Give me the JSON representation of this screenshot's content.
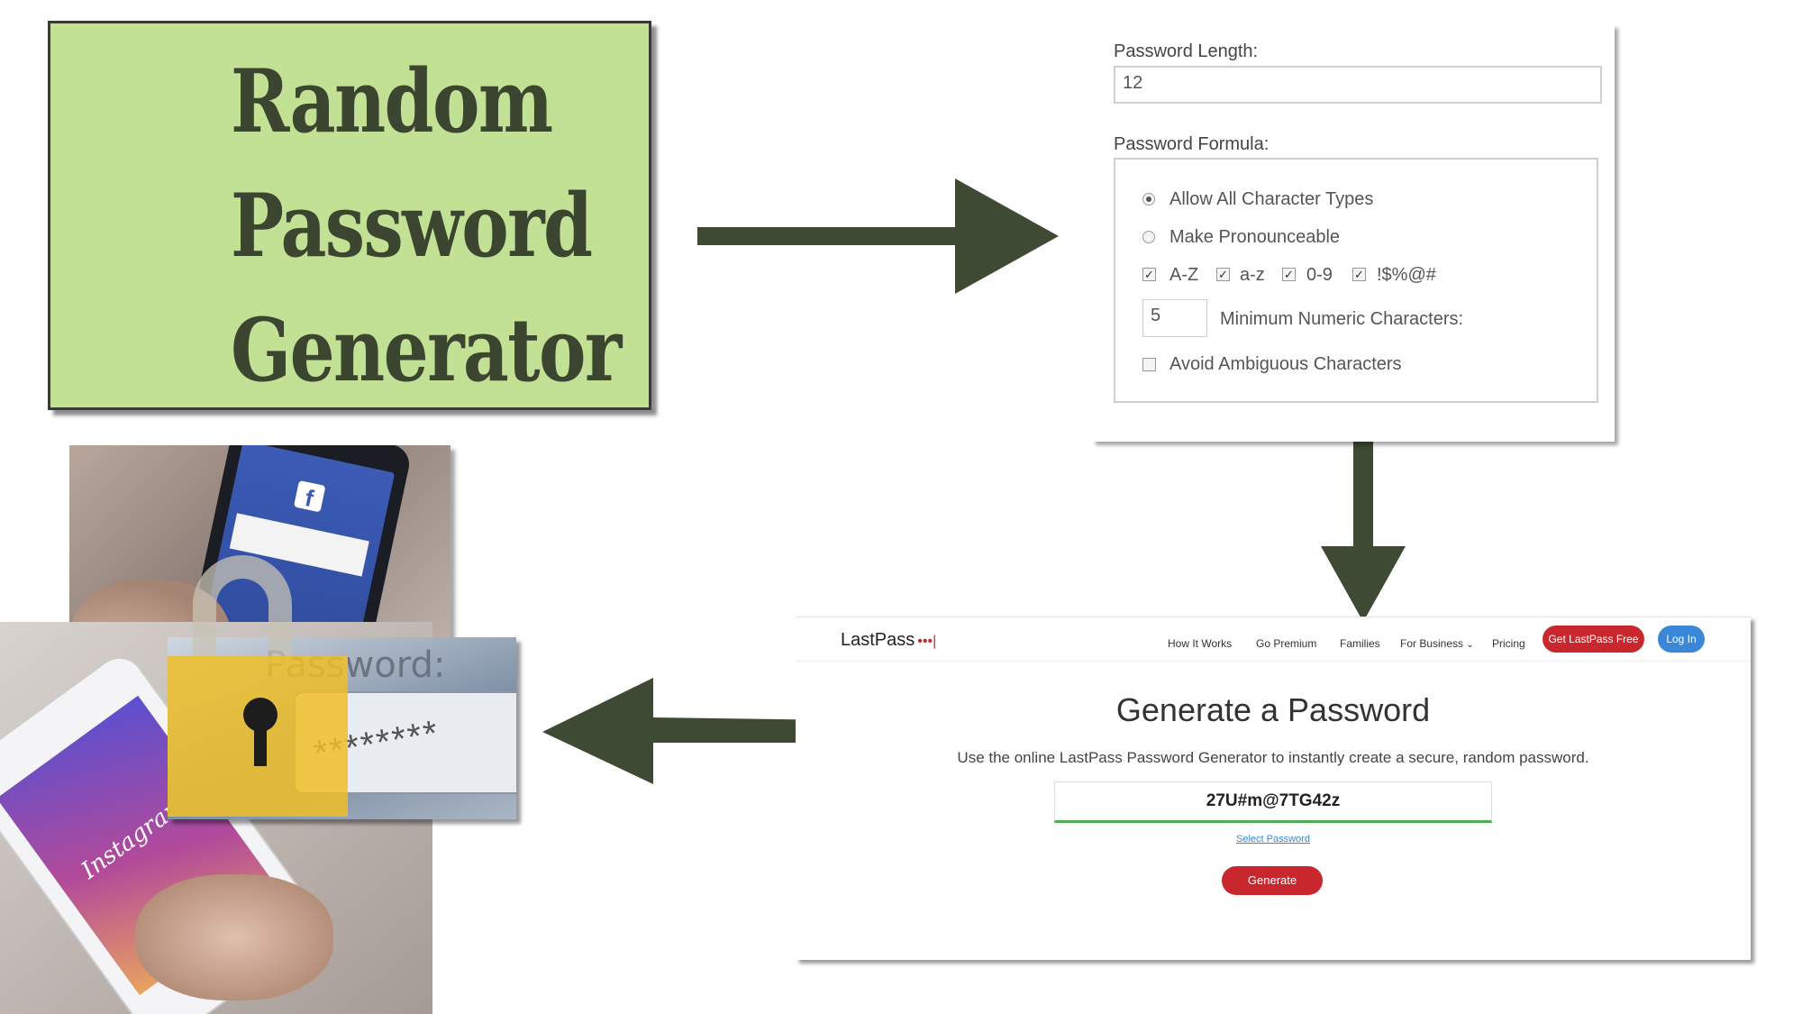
{
  "title_card": {
    "lines": [
      "Random",
      "Password",
      "Generator"
    ],
    "background": "#c2e195",
    "text_color": "#3b4530"
  },
  "options": {
    "length_label": "Password Length:",
    "length_value": "12",
    "formula_label": "Password Formula:",
    "radio_all": "Allow All Character Types",
    "radio_pronounce": "Make Pronounceable",
    "cb_upper": "A-Z",
    "cb_lower": "a-z",
    "cb_digits": "0-9",
    "cb_symbols": "!$%@#",
    "min_numeric_value": "5",
    "min_numeric_label": "Minimum Numeric Characters:",
    "avoid_ambiguous": "Avoid Ambiguous Characters"
  },
  "lastpass": {
    "logo_text": "LastPass",
    "logo_dots": "•••|",
    "nav": [
      "How It Works",
      "Go Premium",
      "Families",
      "For Business",
      "Pricing"
    ],
    "cta_label": "Get LastPass Free",
    "login_label": "Log In",
    "heading": "Generate a Password",
    "subtext": "Use the online LastPass Password Generator to instantly create a secure, random password.",
    "generated_password": "27U#m@7TG42z",
    "select_link": "Select Password",
    "generate_label": "Generate",
    "brand_red": "#c8282d",
    "brand_blue": "#3a87d8",
    "strength_green": "#4caf50"
  },
  "collage": {
    "password_label": "Password:",
    "masked": "********",
    "facebook_glyph": "f",
    "instagram_label": "Instagram"
  },
  "arrow_color": "#3f4a34"
}
